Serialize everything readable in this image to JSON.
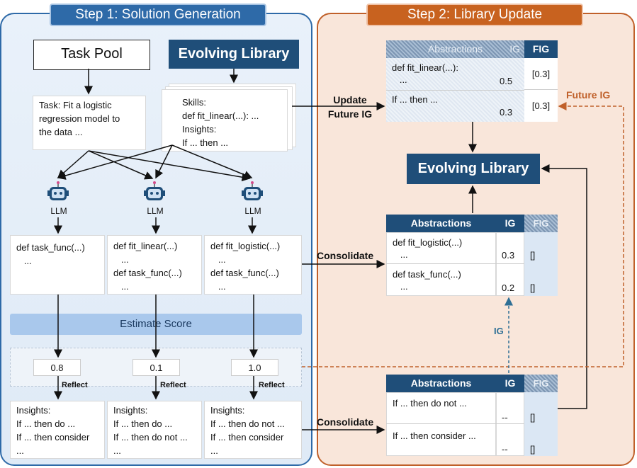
{
  "step1": {
    "title": "Step 1: Solution Generation"
  },
  "step2": {
    "title": "Step 2: Library Update"
  },
  "task_pool": "Task Pool",
  "evolving_library": "Evolving Library",
  "task": "Task: Fit a logistic\nregression model to\nthe data ...",
  "skills": "Skills:\ndef fit_linear(...): ...\nInsights:\nIf ... then ...",
  "llm_label": "LLM",
  "solutions": [
    "def task_func(...)\n   ...",
    "def fit_linear(...)\n   ...\ndef task_func(...)\n   ...",
    "def fit_logistic(...)\n   ...\ndef task_func(...)\n   ..."
  ],
  "estimate_score": "Estimate Score",
  "scores": [
    "0.8",
    "0.1",
    "1.0"
  ],
  "reflect_label": "Reflect",
  "insights": [
    "Insights:\nIf ... then do ...\nIf ... then consider\n...",
    "Insights:\nIf ... then do ...\nIf ... then do not ...\n...",
    "Insights:\nIf ... then do not ...\nIf ... then consider\n..."
  ],
  "headers": {
    "abstractions": "Abstractions",
    "ig": "IG",
    "fig": "FIG"
  },
  "top_table": {
    "rows": [
      {
        "abstraction": "def fit_linear(...):\n   ...",
        "ig": "0.5",
        "fig": "[0.3]"
      },
      {
        "abstraction": "If ... then ...",
        "ig": "0.3",
        "fig": "[0.3]"
      }
    ]
  },
  "code_table": {
    "rows": [
      {
        "abstraction": "def fit_logistic(...)\n   ...",
        "ig": "0.3",
        "fig": "[]"
      },
      {
        "abstraction": "def task_func(...)\n   ...",
        "ig": "0.2",
        "fig": "[]"
      }
    ]
  },
  "insight_table": {
    "rows": [
      {
        "abstraction": "If ... then do not ...",
        "ig": "--",
        "fig": "[]"
      },
      {
        "abstraction": "If ... then consider ...",
        "ig": "--",
        "fig": "[]"
      }
    ]
  },
  "edge_labels": {
    "update_future_ig": "Update\nFuture IG",
    "consolidate_1": "Consolidate",
    "consolidate_2": "Consolidate",
    "future_ig": "Future IG",
    "ig": "IG"
  },
  "colors": {
    "blue_dark": "#1f4e79",
    "step1_blue": "#2e6aa8",
    "step2_orange": "#c8621f",
    "future_ig": "#c0602a",
    "ig_arrow": "#2e6f95"
  }
}
